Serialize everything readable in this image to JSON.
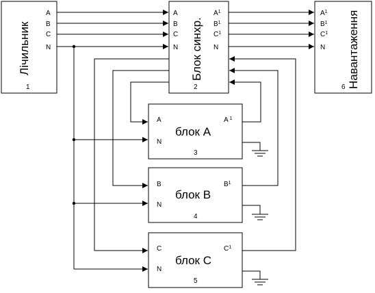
{
  "blocks": {
    "counter": {
      "title": "Лічильник",
      "number": "1",
      "ports": [
        "A",
        "B",
        "C",
        "N"
      ]
    },
    "sync": {
      "title": "Блок синхр.",
      "number": "2",
      "in_ports": [
        "A",
        "B",
        "C",
        "N"
      ],
      "out_ports": [
        [
          "A",
          "1"
        ],
        [
          "B",
          "1"
        ],
        [
          "C",
          "1"
        ],
        [
          "N",
          ""
        ]
      ]
    },
    "load": {
      "title": "Навантаження",
      "number": "6",
      "ports": [
        [
          "A",
          "1"
        ],
        [
          "B",
          "1"
        ],
        [
          "C",
          "1"
        ],
        [
          "N",
          ""
        ]
      ]
    },
    "block_a": {
      "title": "блок А",
      "number": "3",
      "in_port": "A",
      "n_port": "N",
      "out_port": [
        "A",
        " 1"
      ]
    },
    "block_b": {
      "title": "блок В",
      "number": "4",
      "in_port": "B",
      "n_port": "N",
      "out_port": [
        "B",
        "1"
      ]
    },
    "block_c": {
      "title": "блок С",
      "number": "5",
      "in_port": "C",
      "n_port": "N",
      "out_port": [
        "C",
        "1"
      ]
    }
  }
}
